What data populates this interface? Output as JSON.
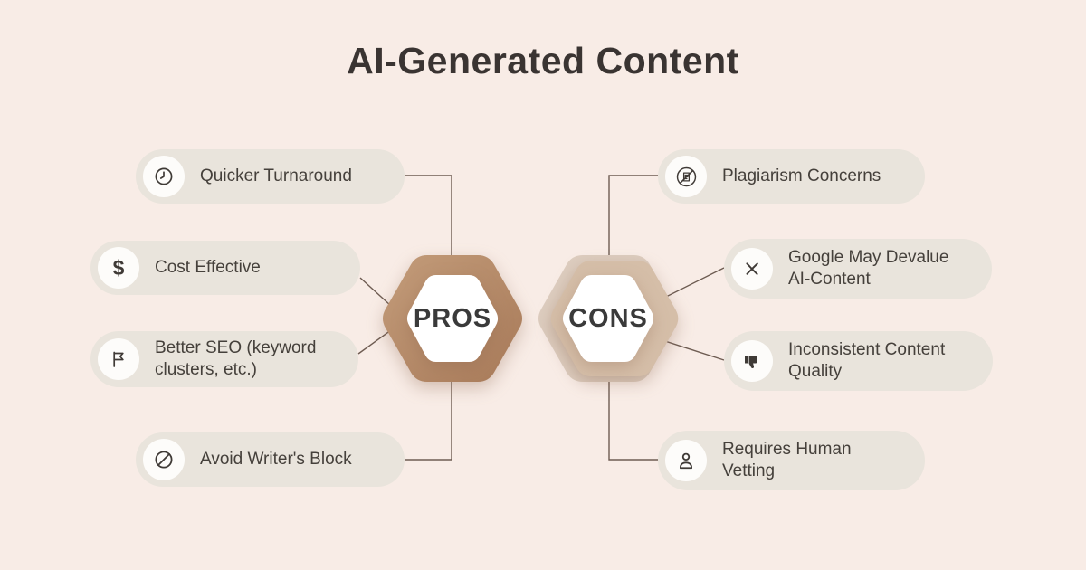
{
  "title": "AI-Generated Content",
  "pros": {
    "label": "PROS",
    "items": [
      {
        "icon": "clock-icon",
        "label": "Quicker Turnaround"
      },
      {
        "icon": "dollar-icon",
        "label": "Cost Effective"
      },
      {
        "icon": "flag-icon",
        "label": "Better SEO (keyword clusters, etc.)"
      },
      {
        "icon": "block-icon",
        "label": "Avoid Writer's Block"
      }
    ]
  },
  "cons": {
    "label": "CONS",
    "items": [
      {
        "icon": "no-plagiarism-icon",
        "label": "Plagiarism Concerns"
      },
      {
        "icon": "x-mark-icon",
        "label": "Google May Devalue AI-Content"
      },
      {
        "icon": "thumbs-down-icon",
        "label": "Inconsistent Content Quality"
      },
      {
        "icon": "person-icon",
        "label": "Requires Human Vetting"
      }
    ]
  },
  "glyphs": {
    "dollar": "$"
  },
  "colors": {
    "background": "#f8ece6",
    "pill": "#e9e4dc",
    "pros_hexagon": "#b78c69",
    "cons_hexagon": "#d5bea8",
    "cons_hexagon_back": "#ddcdbf",
    "pill_text": "#45403b",
    "title_text": "#3a3432",
    "connector_line": "#6e5c52"
  }
}
